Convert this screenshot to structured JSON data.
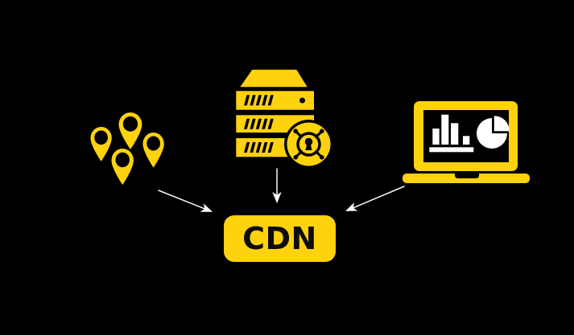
{
  "diagram": {
    "colors": {
      "background": "#000000",
      "accent": "#FFD20E",
      "arrow": "#F7F7F7",
      "chart": "#FFFFFF",
      "label": "#0D0D0D"
    },
    "center_node": {
      "label": "CDN"
    },
    "source_nodes": [
      {
        "id": "edge-locations",
        "icon": "map-pins-icon"
      },
      {
        "id": "origin-server",
        "icon": "server-security-icon"
      },
      {
        "id": "client-laptop",
        "icon": "laptop-analytics-icon"
      }
    ],
    "connections": [
      {
        "from": "edge-locations",
        "to": "cdn"
      },
      {
        "from": "origin-server",
        "to": "cdn"
      },
      {
        "from": "client-laptop",
        "to": "cdn"
      }
    ]
  }
}
